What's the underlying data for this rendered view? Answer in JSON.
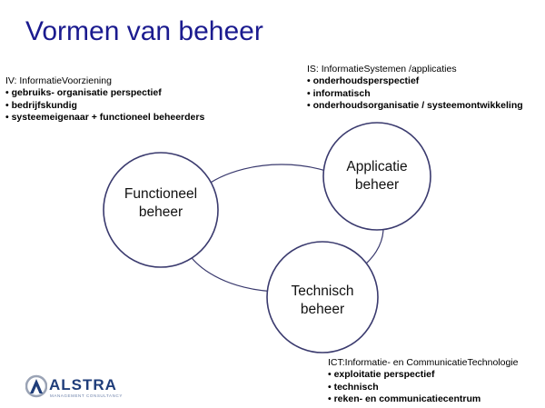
{
  "title": "Vormen van beheer",
  "blocks": {
    "iv": {
      "heading": "IV: InformatieVoorziening",
      "items": [
        "gebruiks- organisatie perspectief",
        "bedrijfskundig",
        "systeemeigenaar + functioneel beheerders"
      ]
    },
    "is": {
      "heading": "IS: InformatieSystemen /applicaties",
      "items": [
        "onderhoudsperspectief",
        "informatisch",
        "onderhoudsorganisatie / systeemontwikkeling"
      ]
    },
    "ict": {
      "heading": "ICT:Informatie- en CommunicatieTechnologie",
      "items": [
        "exploitatie perspectief",
        "technisch",
        "reken- en communicatiecentrum"
      ]
    }
  },
  "circles": {
    "functioneel": {
      "line1": "Functioneel",
      "line2": "beheer"
    },
    "applicatie": {
      "line1": "Applicatie",
      "line2": "beheer"
    },
    "technisch": {
      "line1": "Technisch",
      "line2": "beheer"
    }
  },
  "logo": {
    "word": "ALSTRA",
    "tagline": "MANAGEMENT CONSULTANCY"
  },
  "colors": {
    "title": "#1b1b8f",
    "circle_stroke": "#3a3a6e",
    "logo_blue": "#1f3d7a",
    "logo_accent": "#9aa3b5"
  }
}
